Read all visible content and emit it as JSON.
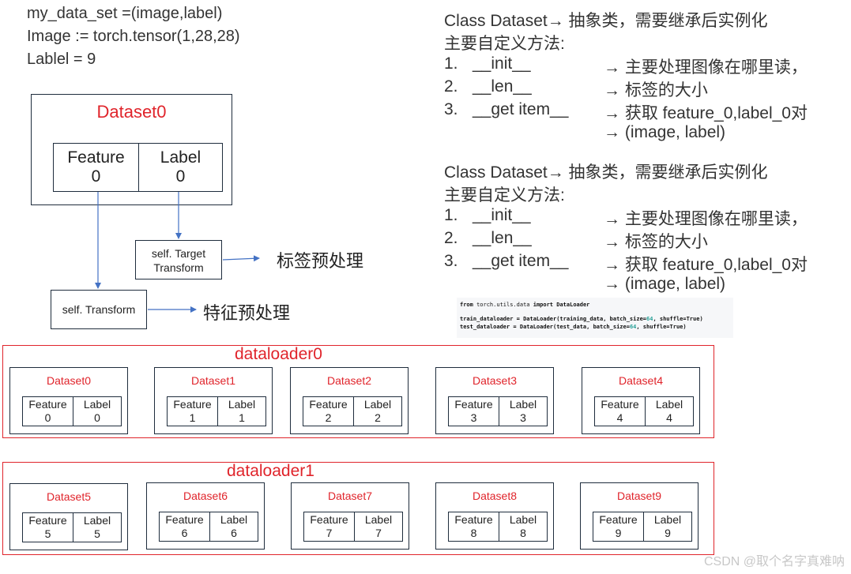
{
  "header": {
    "line1": "my_data_set =(image,label)",
    "line2": "Image := torch.tensor(1,28,28)",
    "line3": "Lablel = 9"
  },
  "main_dataset": {
    "title": "Dataset0",
    "feature_label": "Feature",
    "feature_index": "0",
    "label_label": "Label",
    "label_index": "0"
  },
  "transforms": {
    "target_line1": "self. Target",
    "target_line2": "Transform",
    "target_note": "标签预处理",
    "feature_transform": "self. Transform",
    "feature_note": "特征预处理"
  },
  "notes": {
    "title": "Class Dataset→ 抽象类，需要继承后实例化",
    "subtitle": "主要自定义方法:",
    "items": [
      {
        "num": "1.",
        "name": "__init__",
        "desc": "→ 主要处理图像在哪里读，"
      },
      {
        "num": "2.",
        "name": "__len__",
        "desc": "→ 标签的大小"
      },
      {
        "num": "3.",
        "name": "__get item__",
        "desc": "→ 获取 feature_0,label_0对"
      }
    ],
    "tail": "→ (image, label)"
  },
  "code": {
    "line1_kw1": "from",
    "line1_mod": "torch.utils.data",
    "line1_kw2": "import",
    "line1_cls": "DataLoader",
    "line2_pre": "train_dataloader = DataLoader(training_data, batch_size=",
    "line2_num": "64",
    "line2_post": ", shuffle=True)",
    "line3_pre": "test_dataloader = DataLoader(test_data, batch_size=",
    "line3_num": "64",
    "line3_post": ", shuffle=True)"
  },
  "loaders": [
    {
      "title": "dataloader0",
      "datasets": [
        {
          "title": "Dataset0",
          "feature": "Feature",
          "label": "Label",
          "index": "0"
        },
        {
          "title": "Dataset1",
          "feature": "Feature",
          "label": "Label",
          "index": "1"
        },
        {
          "title": "Dataset2",
          "feature": "Feature",
          "label": "Label",
          "index": "2"
        },
        {
          "title": "Dataset3",
          "feature": "Feature",
          "label": "Label",
          "index": "3"
        },
        {
          "title": "Dataset4",
          "feature": "Feature",
          "label": "Label",
          "index": "4"
        }
      ]
    },
    {
      "title": "dataloader1",
      "datasets": [
        {
          "title": "Dataset5",
          "feature": "Feature",
          "label": "Label",
          "index": "5"
        },
        {
          "title": "Dataset6",
          "feature": "Feature",
          "label": "Label",
          "index": "6"
        },
        {
          "title": "Dataset7",
          "feature": "Feature",
          "label": "Label",
          "index": "7"
        },
        {
          "title": "Dataset8",
          "feature": "Feature",
          "label": "Label",
          "index": "8"
        },
        {
          "title": "Dataset9",
          "feature": "Feature",
          "label": "Label",
          "index": "9"
        }
      ]
    }
  ],
  "watermark": "CSDN @取个名字真难呐",
  "colors": {
    "accent_red": "#e0242b",
    "arrow_blue": "#4472c4",
    "border": "#1f2d3d"
  }
}
